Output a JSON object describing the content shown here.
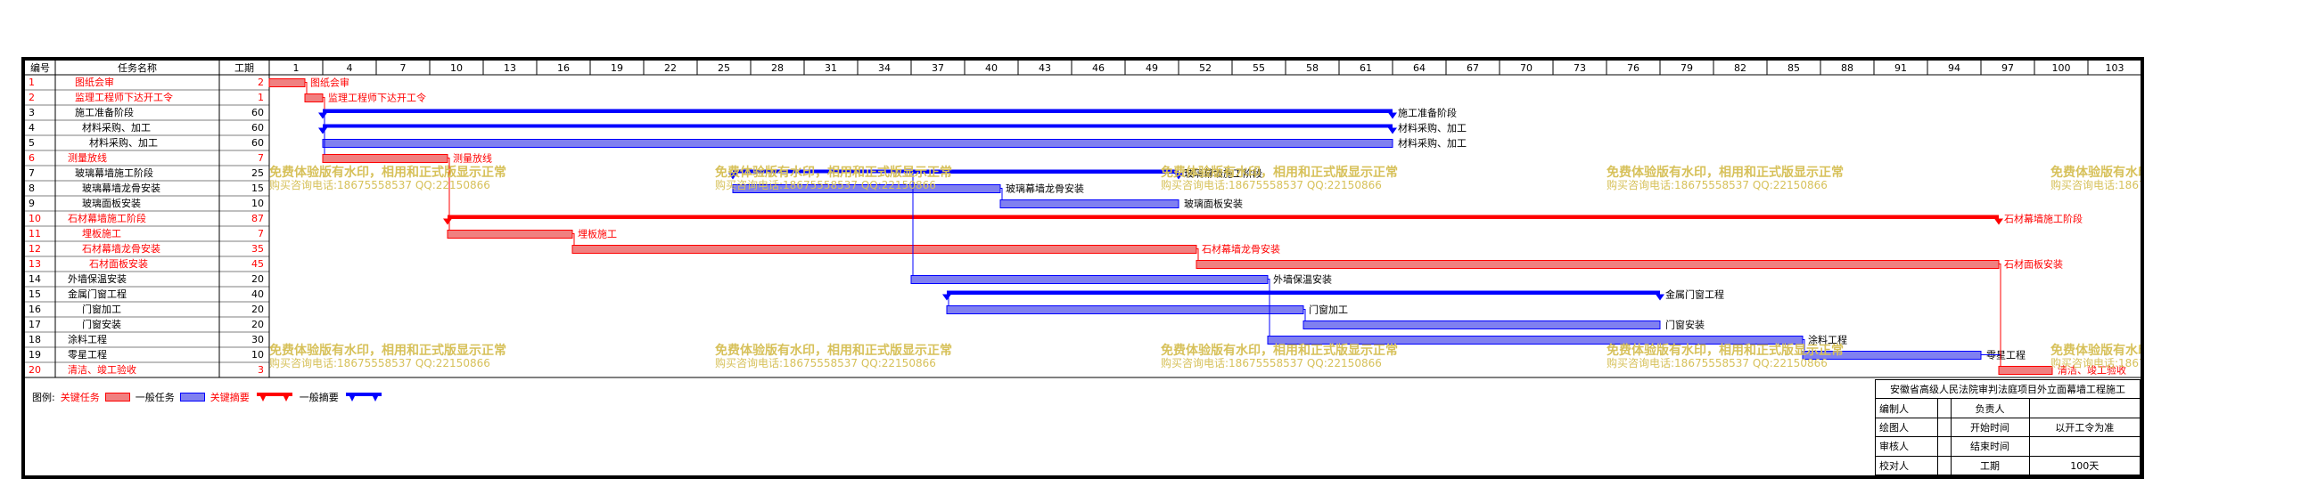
{
  "chart_data": {
    "type": "gantt",
    "columns": {
      "id": "编号",
      "name": "任务名称",
      "duration": "工期"
    },
    "ticks": [
      1,
      4,
      7,
      10,
      13,
      16,
      19,
      22,
      25,
      28,
      31,
      34,
      37,
      40,
      43,
      46,
      49,
      52,
      55,
      58,
      61,
      64,
      67,
      70,
      73,
      76,
      79,
      82,
      85,
      88,
      91,
      94,
      97,
      100,
      103
    ],
    "tasks": [
      {
        "id": "1",
        "name": "图纸会审",
        "duration": 2,
        "start": 1,
        "end": 3,
        "type": "critical",
        "label": "图纸会审",
        "indent": 1
      },
      {
        "id": "2",
        "name": "监理工程师下达开工令",
        "duration": 1,
        "start": 3,
        "end": 4,
        "type": "critical",
        "label": "监理工程师下达开工令",
        "indent": 1
      },
      {
        "id": "3",
        "name": "施工准备阶段",
        "duration": 60,
        "start": 4,
        "end": 64,
        "type": "summary",
        "label": "施工准备阶段",
        "indent": 1
      },
      {
        "id": "4",
        "name": "材料采购、加工",
        "duration": 60,
        "start": 4,
        "end": 64,
        "type": "summary",
        "label": "材料采购、加工",
        "indent": 2
      },
      {
        "id": "5",
        "name": "材料采购、加工",
        "duration": 60,
        "start": 4,
        "end": 64,
        "type": "normal",
        "label": "材料采购、加工",
        "indent": 3
      },
      {
        "id": "6",
        "name": "测量放线",
        "duration": 7,
        "start": 4,
        "end": 11,
        "type": "critical",
        "label": "测量放线",
        "indent": 0
      },
      {
        "id": "7",
        "name": "玻璃幕墙施工阶段",
        "duration": 25,
        "start": 27,
        "end": 52,
        "type": "summary",
        "label": "玻璃幕墙施工阶段",
        "indent": 1
      },
      {
        "id": "8",
        "name": "玻璃幕墙龙骨安装",
        "duration": 15,
        "start": 27,
        "end": 42,
        "type": "normal",
        "label": "玻璃幕墙龙骨安装",
        "indent": 2
      },
      {
        "id": "9",
        "name": "玻璃面板安装",
        "duration": 10,
        "start": 42,
        "end": 52,
        "type": "normal",
        "label": "玻璃面板安装",
        "indent": 2
      },
      {
        "id": "10",
        "name": "石材幕墙施工阶段",
        "duration": 87,
        "start": 11,
        "end": 98,
        "type": "critsummary",
        "label": "石材幕墙施工阶段",
        "indent": 0
      },
      {
        "id": "11",
        "name": "埋板施工",
        "duration": 7,
        "start": 11,
        "end": 18,
        "type": "critical",
        "label": "埋板施工",
        "indent": 2
      },
      {
        "id": "12",
        "name": "石材幕墙龙骨安装",
        "duration": 35,
        "start": 18,
        "end": 53,
        "type": "critical",
        "label": "石材幕墙龙骨安装",
        "indent": 2
      },
      {
        "id": "13",
        "name": "石材面板安装",
        "duration": 45,
        "start": 53,
        "end": 98,
        "type": "critical",
        "label": "石材面板安装",
        "indent": 3
      },
      {
        "id": "14",
        "name": "外墙保温安装",
        "duration": 20,
        "start": 37,
        "end": 57,
        "type": "normal",
        "label": "外墙保温安装",
        "indent": 0
      },
      {
        "id": "15",
        "name": "金属门窗工程",
        "duration": 40,
        "start": 39,
        "end": 79,
        "type": "summary",
        "label": "金属门窗工程",
        "indent": 0
      },
      {
        "id": "16",
        "name": "门窗加工",
        "duration": 20,
        "start": 39,
        "end": 59,
        "type": "normal",
        "label": "门窗加工",
        "indent": 2
      },
      {
        "id": "17",
        "name": "门窗安装",
        "duration": 20,
        "start": 59,
        "end": 79,
        "type": "normal",
        "label": "门窗安装",
        "indent": 2
      },
      {
        "id": "18",
        "name": "涂料工程",
        "duration": 30,
        "start": 57,
        "end": 87,
        "type": "normal",
        "label": "涂料工程",
        "indent": 0
      },
      {
        "id": "19",
        "name": "零星工程",
        "duration": 10,
        "start": 87,
        "end": 97,
        "type": "normal",
        "label": "零星工程",
        "indent": 0
      },
      {
        "id": "20",
        "name": "清洁、竣工验收",
        "duration": 3,
        "start": 98,
        "end": 101,
        "type": "critical",
        "label": "清洁、竣工验收",
        "indent": 0
      }
    ],
    "axis_range": [
      1,
      105
    ]
  },
  "legend": {
    "title": "图例:",
    "critical_task": "关键任务",
    "normal_task": "一般任务",
    "critical_summary": "关键摘要",
    "normal_summary": "一般摘要"
  },
  "watermark": {
    "line1": "免费体验版有水印，相用和正式版显示正常",
    "line2": "购买咨询电话:18675558537 QQ:22150866"
  },
  "info": {
    "title": "安徽省高级人民法院审判法庭项目外立面幕墙工程施工",
    "rows": [
      [
        "编制人",
        "",
        "负责人",
        ""
      ],
      [
        "绘图人",
        "",
        "开始时间",
        "以开工令为准"
      ],
      [
        "审核人",
        "",
        "结束时间",
        ""
      ],
      [
        "校对人",
        "",
        "工期",
        "100天"
      ]
    ]
  },
  "colors": {
    "critical_fill": "#f08080",
    "critical_border": "#ff0000",
    "normal_fill": "#8080f0",
    "normal_border": "#0000ff",
    "critical_text": "#ff0000",
    "grid": "#000000"
  }
}
